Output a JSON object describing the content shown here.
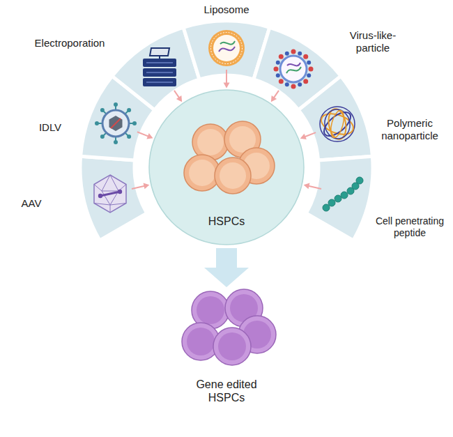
{
  "diagram": {
    "nodes": [
      {
        "text": [
          "AAV"
        ]
      },
      {
        "text": [
          "IDLV"
        ]
      },
      {
        "text": [
          "Electroporation"
        ]
      },
      {
        "text": [
          "Liposome"
        ]
      },
      {
        "text": [
          "Virus-like-particle"
        ]
      },
      {
        "text": [
          "Polymeric nanoparticle"
        ]
      },
      {
        "text": [
          "Cell penetrating peptide"
        ]
      },
      {
        "text": [
          "HSPCs"
        ]
      },
      {
        "text": [
          "Gene edited HSPCs"
        ]
      }
    ],
    "edges": [
      {
        "from": 0,
        "to": 7,
        "arrow": "to"
      },
      {
        "from": 1,
        "to": 7,
        "arrow": "to"
      },
      {
        "from": 2,
        "to": 7,
        "arrow": "to"
      },
      {
        "from": 3,
        "to": 7,
        "arrow": "to"
      },
      {
        "from": 4,
        "to": 7,
        "arrow": "to"
      },
      {
        "from": 5,
        "to": 7,
        "arrow": "to"
      },
      {
        "from": 6,
        "to": 7,
        "arrow": "to"
      },
      {
        "from": 7,
        "to": 8,
        "arrow": "to"
      }
    ]
  }
}
